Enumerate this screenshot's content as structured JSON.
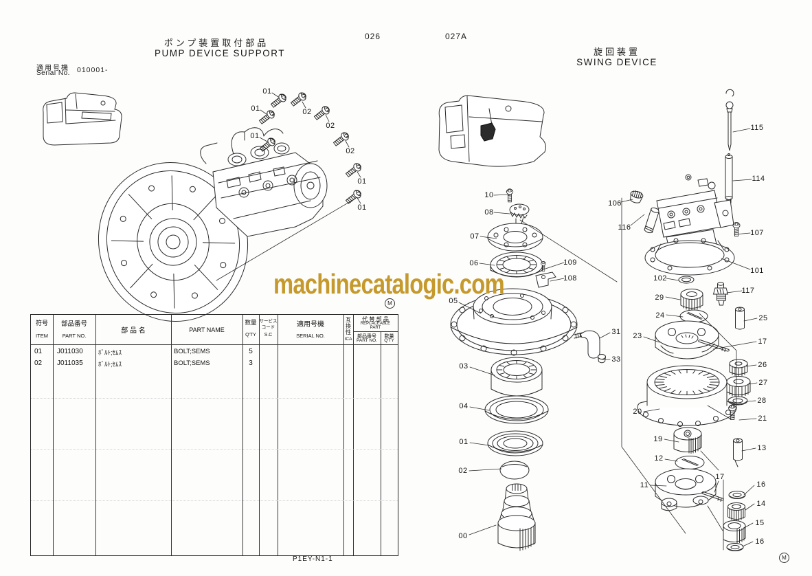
{
  "page": {
    "code_left": "026",
    "code_right": "027A",
    "footer_code": "P1EY-N1-1",
    "watermark_text": "machinecatalogic.com",
    "watermark_color": "#C5992B",
    "registered_mark": "M"
  },
  "pump_section": {
    "title_jp": "ポンプ装置取付部品",
    "title_en": "PUMP DEVICE SUPPORT",
    "serial_label_jp": "適用号機",
    "serial_label_en": "Serial No.",
    "serial_value": "010001-",
    "callouts": [
      "01",
      "01",
      "02",
      "02",
      "01",
      "02",
      "01",
      "01"
    ]
  },
  "swing_section": {
    "title_jp": "旋回装置",
    "title_en": "SWING DEVICE",
    "callouts": [
      "10",
      "08",
      "07",
      "06",
      "109",
      "108",
      "05",
      "31",
      "33",
      "03",
      "04",
      "01",
      "02",
      "00",
      "115",
      "114",
      "106",
      "116",
      "107",
      "101",
      "102",
      "29",
      "117",
      "24",
      "25",
      "23",
      "17",
      "26",
      "27",
      "28",
      "20",
      "21",
      "19",
      "13",
      "12",
      "11",
      "17",
      "16",
      "14",
      "15",
      "16"
    ]
  },
  "parts_table": {
    "col_item_jp": "符号",
    "col_item_en": "ITEM",
    "col_partno_jp": "部品番号",
    "col_partno_en": "PART NO.",
    "col_name_jp": "部 品 名",
    "col_name_en": "PART NAME",
    "col_qty_jp": "数量",
    "col_qty_en": "Q'TY",
    "col_sc_1": "サービス",
    "col_sc_2": "コード",
    "col_sc_3": "S.C",
    "col_serial_jp": "適用号機",
    "col_serial_en": "SERIAL NO.",
    "col_ica_1": "互",
    "col_ica_2": "換",
    "col_ica_3": "性",
    "col_ica_4": "ICA",
    "col_repl_jp": "代 替 部 品",
    "col_repl_en1": "REPLACEABLE",
    "col_repl_en2": "PART",
    "col_repl_partno_jp": "部品番号",
    "col_repl_partno_en": "PART NO.",
    "col_repl_qty_jp": "数量",
    "col_repl_qty_en": "Q'TY",
    "rows": [
      {
        "item": "01",
        "part_no": "J011030",
        "name_jp": "ﾎﾞﾙﾄ;ｾﾑｽ",
        "part_name": "BOLT;SEMS",
        "qty": "5"
      },
      {
        "item": "02",
        "part_no": "J011035",
        "name_jp": "ﾎﾞﾙﾄ;ｾﾑｽ",
        "part_name": "BOLT;SEMS",
        "qty": "3"
      }
    ]
  }
}
